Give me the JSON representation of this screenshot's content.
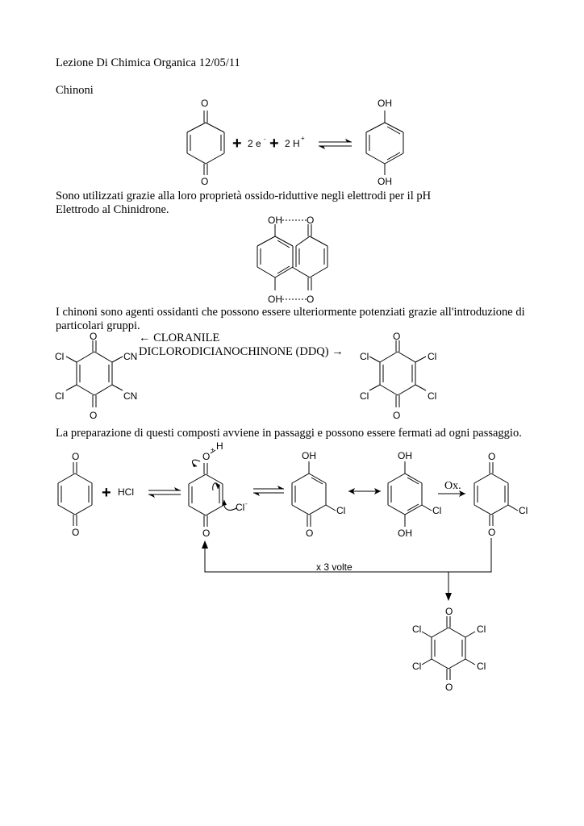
{
  "document": {
    "title": "Lezione Di Chimica Organica 12/05/11",
    "section": "Chinoni",
    "para_redox_1": "Sono utilizzati grazie alla loro proprietà ossido-riduttive negli elettrodi per il pH",
    "para_redox_2": "Elettrodo al Chinidrone.",
    "para_oxid_1": "I chinoni sono agenti ossidanti che possono essere ulteriormente potenziati grazie all'introduzione di",
    "para_oxid_2": "particolari gruppi.",
    "label_chloranil": "← CLORANILE",
    "label_ddq": "DICLORODICIANOCHINONE (DDQ) →",
    "para_prep": "La preparazione di questi composti avviene in passaggi e possono essere fermati ad ogni passaggio."
  },
  "reaction1": {
    "plus_1": "+",
    "electrons": "2 e",
    "electron_charge": "-",
    "plus_2": "+",
    "protons": "2 H",
    "proton_charge": "+"
  },
  "reaction2": {
    "plus": "+",
    "reagent": "HCl",
    "oxidation": "Ox.",
    "repeat": "x 3 volte",
    "protonated_H": "H",
    "protonated_charge": "+",
    "chloride": "Cl",
    "chloride_charge": "-"
  },
  "atoms": {
    "O": "O",
    "OH": "OH",
    "Cl": "Cl",
    "CN": "CN"
  }
}
